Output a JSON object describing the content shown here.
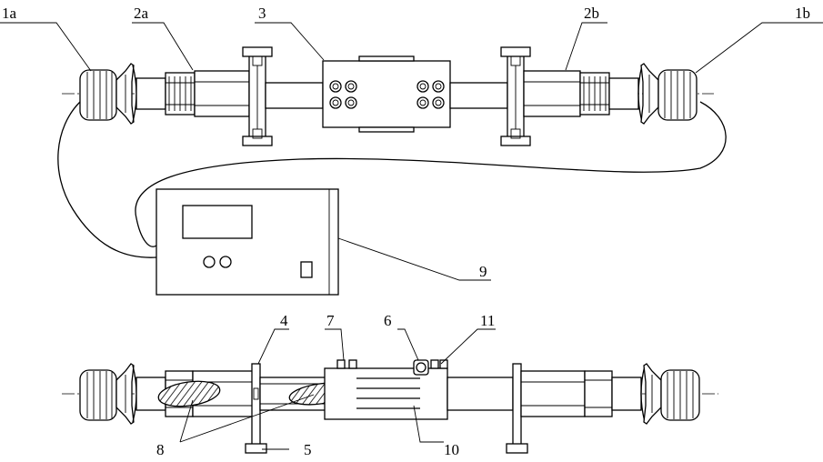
{
  "labels": {
    "l1a": "1a",
    "l2a": "2a",
    "l3": "3",
    "l2b": "2b",
    "l1b": "1b",
    "l9": "9",
    "l4": "4",
    "l7": "7",
    "l6": "6",
    "l11": "11",
    "l8": "8",
    "l5": "5",
    "l10": "10"
  }
}
